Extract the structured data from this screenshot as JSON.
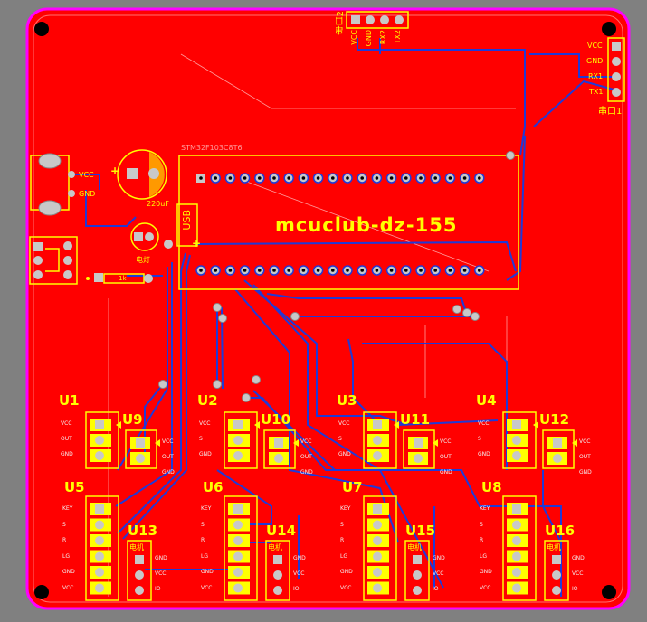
{
  "board": {
    "name": "mcuclub-dz-155",
    "mcu_label": "STM32F103C8T6",
    "usb_label": "USB",
    "plus_mark": "+"
  },
  "colors": {
    "background": "#808080",
    "board_fill": "#ff0000",
    "board_edge": "#ff00ff",
    "silk": "#ffff00",
    "trace_blue": "#1f3ad8",
    "pad": "#c8c8c8"
  },
  "headers": {
    "serial2": {
      "name": "串口2",
      "pins": [
        "VCC",
        "GND",
        "RX2",
        "TX2"
      ]
    },
    "serial1": {
      "name": "串口1",
      "pins": [
        "VCC",
        "GND",
        "RX1",
        "TX1"
      ]
    }
  },
  "power": {
    "vcc": "VCC",
    "gnd": "GND",
    "cap_value": "220uF",
    "resistor": "1k",
    "led_label": "电灯"
  },
  "modules": {
    "u_top": [
      "U1",
      "U2",
      "U3",
      "U4"
    ],
    "u_top_pins": [
      "VCC",
      "OUT",
      "GND"
    ],
    "u_top_pins_alt": [
      "VCC",
      "S",
      "GND"
    ],
    "u_right": [
      "U9",
      "U10",
      "U11",
      "U12"
    ],
    "u_right_pins": [
      "VCC",
      "OUT",
      "GND"
    ],
    "u_bottom": [
      "U5",
      "U6",
      "U7",
      "U8"
    ],
    "u_bottom_pins": [
      "KEY",
      "S",
      "R",
      "LG",
      "GND",
      "VCC"
    ],
    "u_side": [
      "U13",
      "U14",
      "U15",
      "U16"
    ],
    "u_side_caption": "电机",
    "u_side_pins": [
      "GND",
      "VCC",
      "IO"
    ]
  }
}
